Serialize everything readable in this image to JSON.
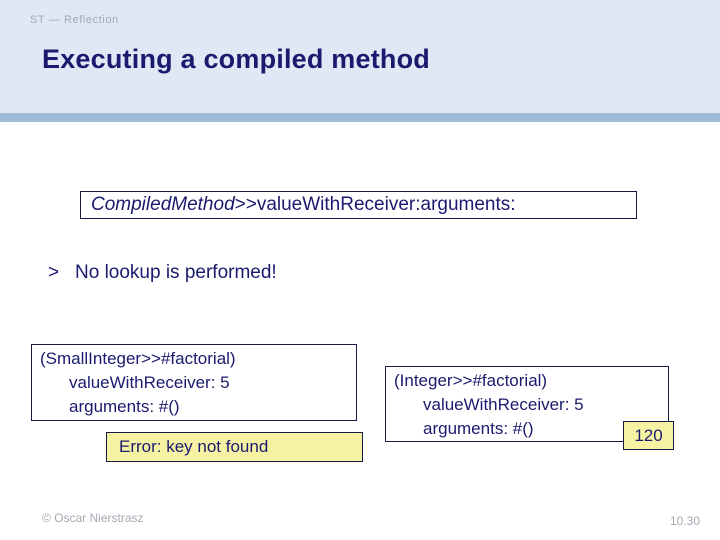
{
  "slide": {
    "header": {
      "breadcrumb": "ST — Reflection",
      "title": "Executing a compiled method"
    },
    "method_box": {
      "class_part": "CompiledMethod",
      "selector_part": ">>valueWithReceiver:arguments:"
    },
    "bullet": {
      "marker": ">",
      "text": "No lookup is performed!"
    },
    "code_box_left": {
      "lines": {
        "0": "(SmallInteger>>#factorial)",
        "1": "valueWithReceiver: 5",
        "2": "arguments: #()"
      }
    },
    "error_box": {
      "text": "Error: key not found"
    },
    "code_box_right": {
      "lines": {
        "0": "(Integer>>#factorial)",
        "1": "valueWithReceiver: 5",
        "2": "arguments: #()"
      }
    },
    "result_box": {
      "value": "120"
    },
    "footer": {
      "copyright": "© Oscar Nierstrasz",
      "page_number": "10.30"
    }
  },
  "colors": {
    "header_bg": "#dfe8f4",
    "divider_bar": "#9fbbda",
    "text_navy": "#1a1a6e",
    "muted_gray": "#a3a8b2",
    "highlight_yellow": "#f6f2a4",
    "box_border": "#181844"
  }
}
